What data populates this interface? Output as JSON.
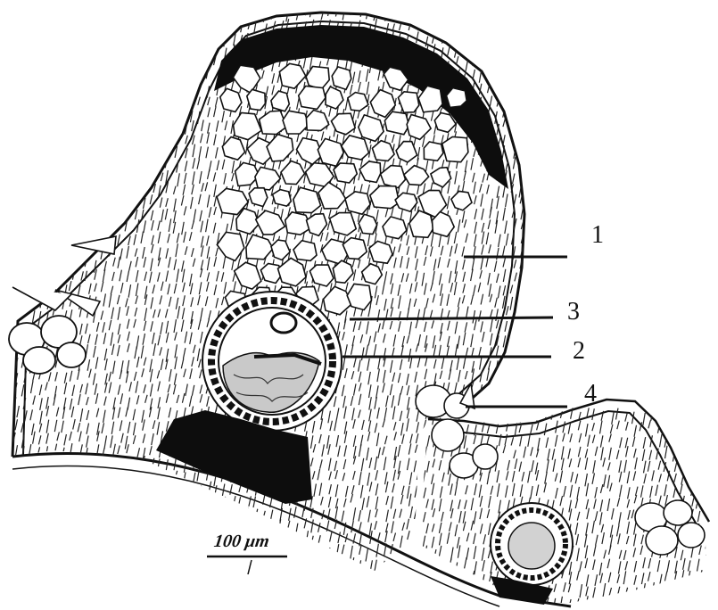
{
  "labels": {
    "label_1": "1",
    "label_2": "2",
    "label_3": "3",
    "label_4": "4"
  },
  "scale_bar": {
    "text": "100 μm"
  },
  "colors": {
    "ink": "#111111",
    "background": "#ffffff"
  }
}
